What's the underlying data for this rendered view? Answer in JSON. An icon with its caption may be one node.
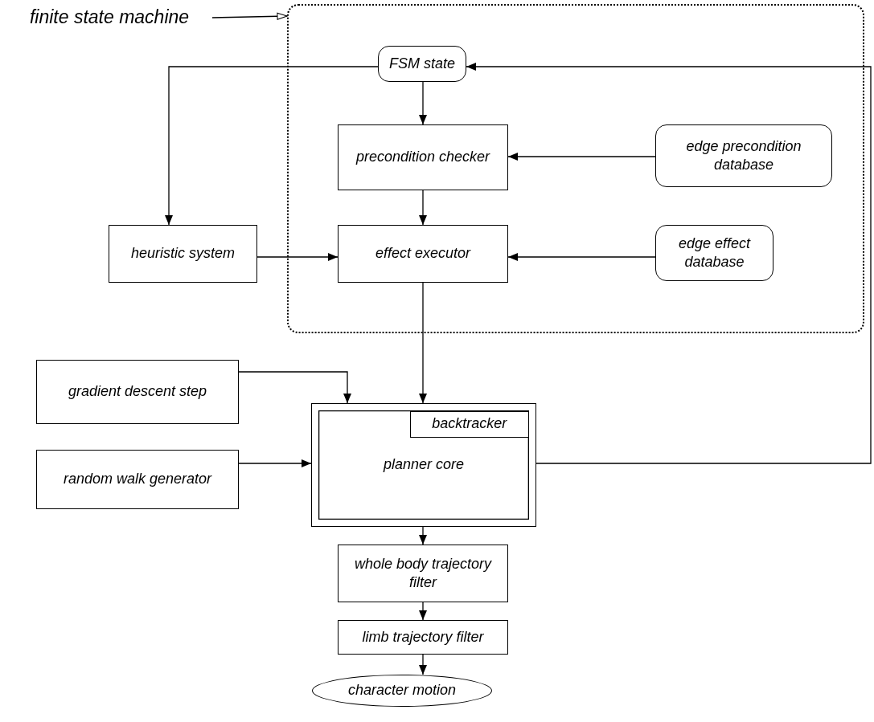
{
  "diagram": {
    "nodes": [
      {
        "text": [
          "finite state machine"
        ]
      },
      {
        "text": [],
        "shape": "box"
      },
      {
        "text": [
          "FSM state"
        ],
        "in": 1
      },
      {
        "text": [
          "precondition checker"
        ],
        "in": 1
      },
      {
        "text": [
          "edge precondition database"
        ],
        "in": 1
      },
      {
        "text": [
          "heuristic system"
        ]
      },
      {
        "text": [
          "effect executor"
        ],
        "in": 1
      },
      {
        "text": [
          "edge effect database"
        ],
        "in": 1
      },
      {
        "text": [
          "gradient descent step"
        ]
      },
      {
        "text": [
          "planner core"
        ]
      },
      {
        "text": [
          "backtracker"
        ],
        "in": 9
      },
      {
        "text": [
          "random walk generator"
        ]
      },
      {
        "text": [
          "whole body trajectory filter"
        ]
      },
      {
        "text": [
          "limb trajectory filter"
        ]
      },
      {
        "text": [
          "character motion"
        ]
      }
    ],
    "edges": [
      {
        "from": 0,
        "to": 1,
        "arrow": "to"
      },
      {
        "from": 2,
        "to": 5,
        "arrow": "to"
      },
      {
        "from": 2,
        "to": 3,
        "arrow": "to"
      },
      {
        "from": 4,
        "to": 3,
        "arrow": "to"
      },
      {
        "from": 3,
        "to": 6,
        "arrow": "to"
      },
      {
        "from": 5,
        "to": 6,
        "arrow": "to"
      },
      {
        "from": 7,
        "to": 6,
        "arrow": "to"
      },
      {
        "from": 6,
        "to": 9,
        "arrow": "to"
      },
      {
        "from": 8,
        "to": 9,
        "arrow": "to"
      },
      {
        "from": 11,
        "to": 9,
        "arrow": "to"
      },
      {
        "from": 9,
        "to": 2,
        "arrow": "to"
      },
      {
        "from": 9,
        "to": 12,
        "arrow": "to"
      },
      {
        "from": 12,
        "to": 13,
        "arrow": "to"
      },
      {
        "from": 13,
        "to": 14,
        "arrow": "to"
      }
    ]
  }
}
